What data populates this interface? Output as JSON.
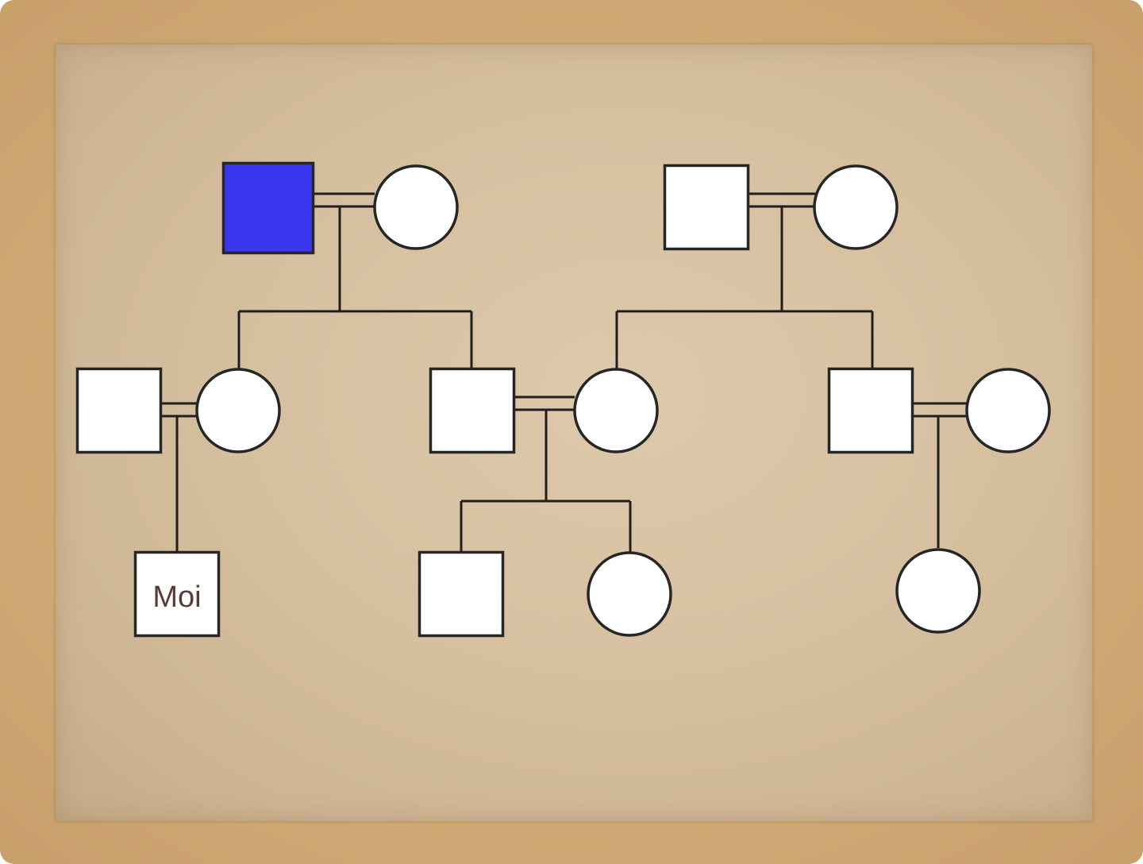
{
  "diagram": {
    "type": "pedigree-chart",
    "colors": {
      "affected": "#3a36ee",
      "unaffected": "#ffffff",
      "outline": "#262626",
      "paper": "#d6c0a0",
      "frame": "#d2ab78"
    },
    "individuals": [
      {
        "id": "g1-m1",
        "generation": 1,
        "sex": "male",
        "affected": true,
        "label": ""
      },
      {
        "id": "g1-f1",
        "generation": 1,
        "sex": "female",
        "affected": false,
        "label": ""
      },
      {
        "id": "g1-m2",
        "generation": 1,
        "sex": "male",
        "affected": false,
        "label": ""
      },
      {
        "id": "g1-f2",
        "generation": 1,
        "sex": "female",
        "affected": false,
        "label": ""
      },
      {
        "id": "g2-m1",
        "generation": 2,
        "sex": "male",
        "affected": false,
        "label": ""
      },
      {
        "id": "g2-f1",
        "generation": 2,
        "sex": "female",
        "affected": false,
        "label": ""
      },
      {
        "id": "g2-m2",
        "generation": 2,
        "sex": "male",
        "affected": false,
        "label": ""
      },
      {
        "id": "g2-f2",
        "generation": 2,
        "sex": "female",
        "affected": false,
        "label": ""
      },
      {
        "id": "g2-m3",
        "generation": 2,
        "sex": "male",
        "affected": false,
        "label": ""
      },
      {
        "id": "g2-f3",
        "generation": 2,
        "sex": "female",
        "affected": false,
        "label": ""
      },
      {
        "id": "g3-m1",
        "generation": 3,
        "sex": "male",
        "affected": false,
        "label": "Moi"
      },
      {
        "id": "g3-m2",
        "generation": 3,
        "sex": "male",
        "affected": false,
        "label": ""
      },
      {
        "id": "g3-f1",
        "generation": 3,
        "sex": "female",
        "affected": false,
        "label": ""
      },
      {
        "id": "g3-f2",
        "generation": 3,
        "sex": "female",
        "affected": false,
        "label": ""
      }
    ],
    "couples": [
      {
        "partners": [
          "g1-m1",
          "g1-f1"
        ],
        "children": [
          "g2-f1",
          "g2-m2"
        ]
      },
      {
        "partners": [
          "g1-m2",
          "g1-f2"
        ],
        "children": [
          "g2-f2",
          "g2-m3"
        ]
      },
      {
        "partners": [
          "g2-m1",
          "g2-f1"
        ],
        "children": [
          "g3-m1"
        ]
      },
      {
        "partners": [
          "g2-m2",
          "g2-f2"
        ],
        "children": [
          "g3-m2",
          "g3-f1"
        ]
      },
      {
        "partners": [
          "g2-m3",
          "g2-f3"
        ],
        "children": [
          "g3-f2"
        ]
      }
    ]
  }
}
